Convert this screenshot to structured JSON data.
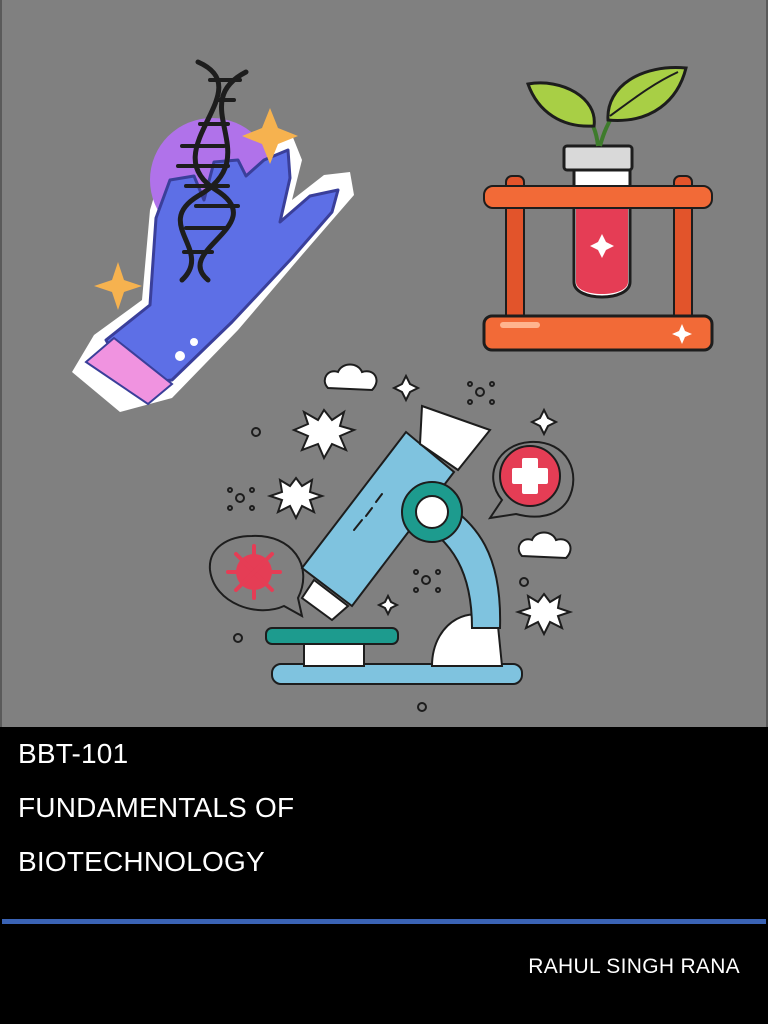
{
  "cover": {
    "course_code": "BBT-101",
    "title_line_1": "FUNDAMENTALS OF",
    "title_line_2": "BIOTECHNOLOGY",
    "author": "RAHUL SINGH RANA"
  },
  "illustrations": [
    "dna-hand-icon",
    "test-tube-seedling-icon",
    "microscope-icon",
    "virus-icon",
    "medical-cross-icon"
  ],
  "colors": {
    "background_top": "#808080",
    "background_bottom": "#000000",
    "rule": "#3a63b5",
    "text": "#ffffff"
  }
}
